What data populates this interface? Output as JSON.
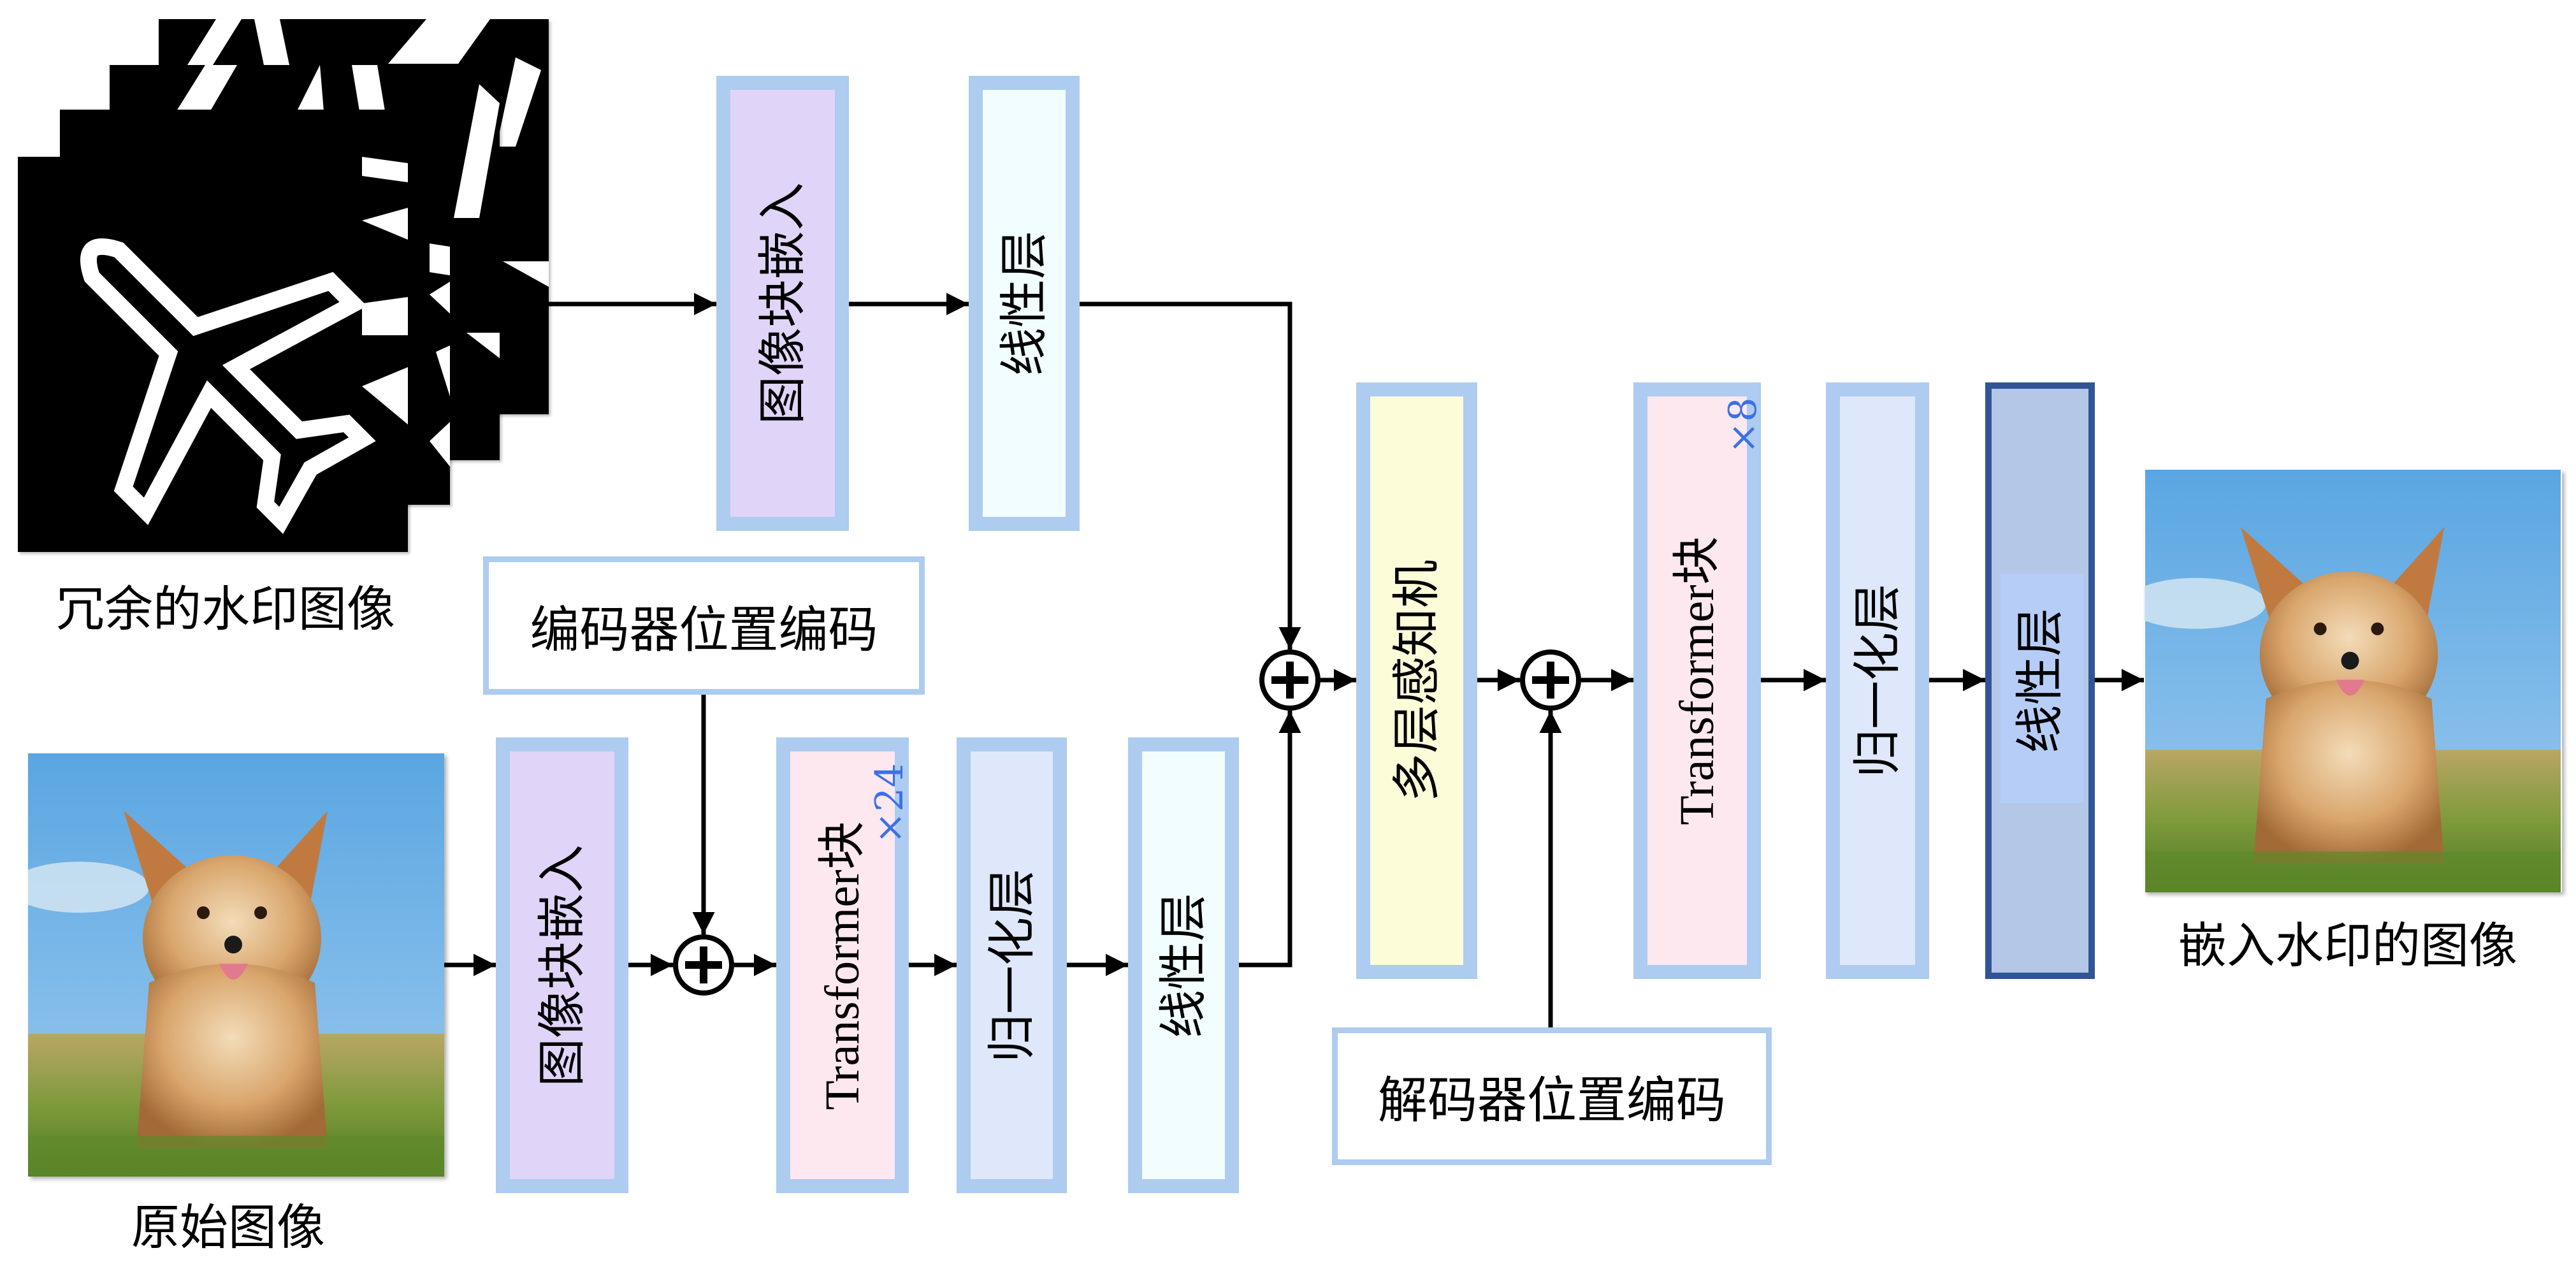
{
  "inputs": {
    "watermark": {
      "caption": "冗余的水印图像",
      "icon": "airplane-icon",
      "copies": 4
    },
    "original": {
      "caption": "原始图像"
    }
  },
  "output": {
    "caption": "嵌入水印的图像"
  },
  "watermark_branch": {
    "patch_embed": "图像块嵌入",
    "linear": "线性层"
  },
  "encoder": {
    "position_encoding": "编码器位置编码",
    "patch_embed": "图像块嵌入",
    "transformer": "Transformer块",
    "transformer_repeat": "×24",
    "norm": "归一化层",
    "linear": "线性层"
  },
  "fusion": {
    "mlp": "多层感知机"
  },
  "decoder": {
    "position_encoding": "解码器位置编码",
    "transformer": "Transformer块",
    "transformer_repeat": "×8",
    "norm": "归一化层",
    "linear": "线性层"
  },
  "operators": {
    "add_symbol": "⊕"
  },
  "colors": {
    "block_border": "#aecbf0",
    "patch_embed_fill": "#e0d4f8",
    "linear_fill": "#f1fdfe",
    "transformer_fill": "#fde8f0",
    "norm_fill": "#dfe8fa",
    "mlp_fill": "#fdfcd9",
    "final_linear_fill": "#b4c7e7",
    "final_linear_border": "#2f5597",
    "repeat_text": "#3a72e6"
  }
}
